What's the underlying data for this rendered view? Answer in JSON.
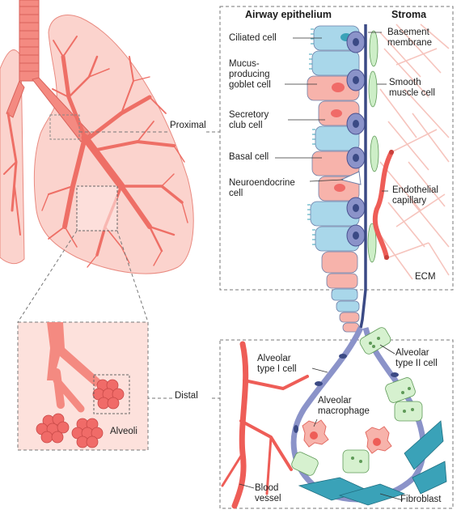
{
  "headers": {
    "airway_epithelium": "Airway epithelium",
    "stroma": "Stroma"
  },
  "regions": {
    "proximal": "Proximal",
    "distal": "Distal"
  },
  "labels": {
    "ciliated_cell": "Ciliated cell",
    "goblet_cell": "Mucus-\nproducing\ngoblet cell",
    "club_cell": "Secretory\nclub cell",
    "basal_cell": "Basal cell",
    "neuroendocrine_cell": "Neuroendocrine\ncell",
    "basement_membrane": "Basement\nmembrane",
    "smooth_muscle_cell": "Smooth\nmuscle cell",
    "endothelial_capillary": "Endothelial\ncapillary",
    "ecm": "ECM",
    "alveoli": "Alveoli",
    "alveolar_type1": "Alveolar\ntype I cell",
    "alveolar_type2": "Alveolar\ntype II cell",
    "alveolar_macrophage": "Alveolar\nmacrophage",
    "blood_vessel": "Blood\nvessel",
    "fibroblast": "Fibroblast"
  },
  "colors": {
    "airway_red": "#f2736b",
    "lung_fill": "#fbd3cd",
    "ciliated_blue": "#a9d7ea",
    "goblet_pink": "#f7b3ab",
    "basal_purple": "#8b93c9",
    "smooth_muscle_green": "#cdeec7",
    "type2_green": "#d6f1cf",
    "fibroblast_teal": "#3aa2b8",
    "membrane_navy": "#3b4a85"
  }
}
